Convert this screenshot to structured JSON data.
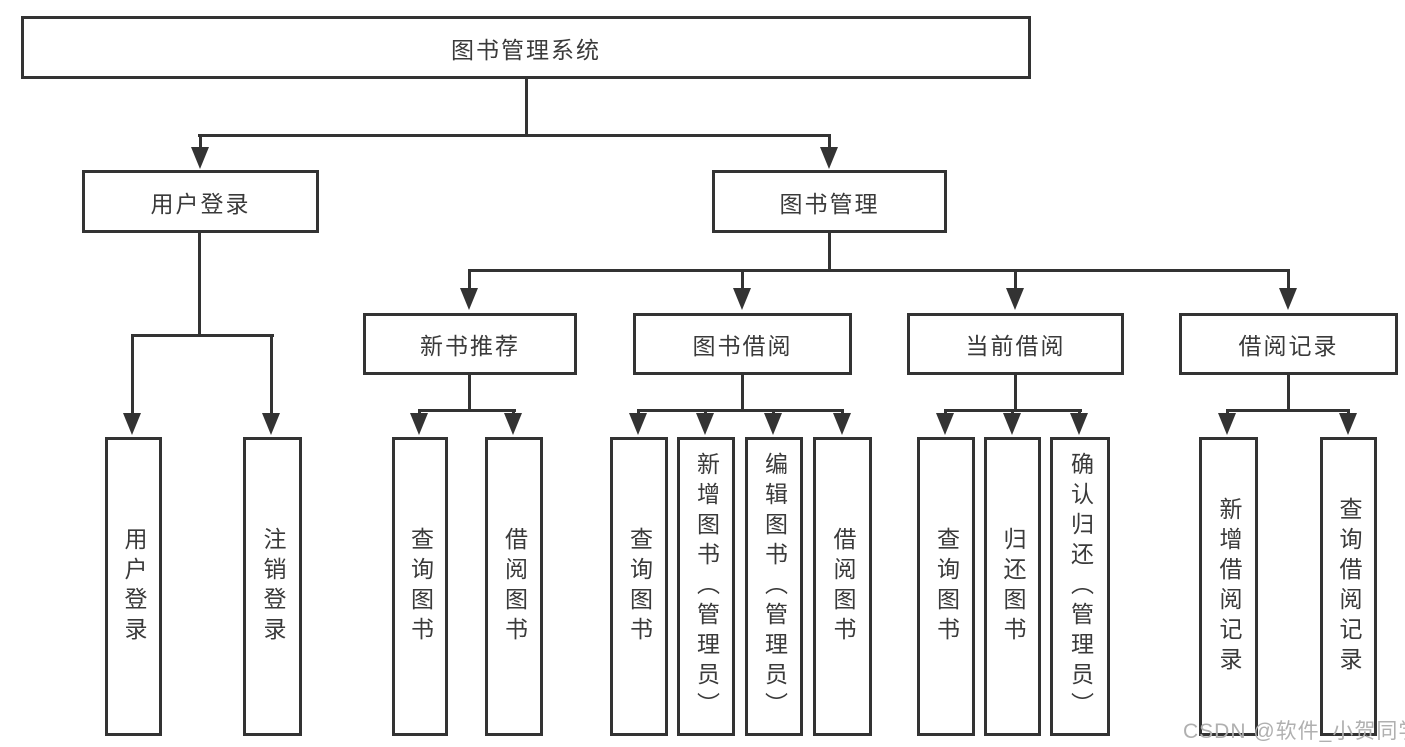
{
  "diagram": {
    "title": "图书管理系统",
    "type": "hierarchy-tree",
    "colors": {
      "line": "#333333",
      "text": "#3a3a3a",
      "box_background": "#ffffff",
      "page_background": "#ffffff",
      "watermark": "#b0b0b0"
    },
    "watermark": {
      "text": "CSDN @软件_小贺同学"
    },
    "nodes": {
      "root": {
        "label": "图书管理系统"
      },
      "user_login": {
        "label": "用户登录"
      },
      "book_mgmt": {
        "label": "图书管理"
      },
      "new_book_rec": {
        "label": "新书推荐"
      },
      "book_borrow": {
        "label": "图书借阅"
      },
      "current_borrow": {
        "label": "当前借阅"
      },
      "borrow_records": {
        "label": "借阅记录"
      },
      "leaf_user_login": {
        "label": "用户登录"
      },
      "leaf_logout": {
        "label": "注销登录"
      },
      "leaf_query_book_1": {
        "label": "查询图书"
      },
      "leaf_borrow_book_1": {
        "label": "借阅图书"
      },
      "leaf_query_book_2": {
        "label": "查询图书"
      },
      "leaf_add_book_admin": {
        "label": "新增图书（管理员）"
      },
      "leaf_edit_book_admin": {
        "label": "编辑图书（管理员）"
      },
      "leaf_borrow_book_2": {
        "label": "借阅图书"
      },
      "leaf_query_book_3": {
        "label": "查询图书"
      },
      "leaf_return_book": {
        "label": "归还图书"
      },
      "leaf_confirm_return_admin": {
        "label": "确认归还（管理员）"
      },
      "leaf_add_borrow_record": {
        "label": "新增借阅记录"
      },
      "leaf_query_borrow_record": {
        "label": "查询借阅记录"
      }
    },
    "edges": [
      [
        "图书管理系统",
        "用户登录"
      ],
      [
        "图书管理系统",
        "图书管理"
      ],
      [
        "用户登录",
        "用户登录"
      ],
      [
        "用户登录",
        "注销登录"
      ],
      [
        "图书管理",
        "新书推荐"
      ],
      [
        "图书管理",
        "图书借阅"
      ],
      [
        "图书管理",
        "当前借阅"
      ],
      [
        "图书管理",
        "借阅记录"
      ],
      [
        "新书推荐",
        "查询图书"
      ],
      [
        "新书推荐",
        "借阅图书"
      ],
      [
        "图书借阅",
        "查询图书"
      ],
      [
        "图书借阅",
        "新增图书（管理员）"
      ],
      [
        "图书借阅",
        "编辑图书（管理员）"
      ],
      [
        "图书借阅",
        "借阅图书"
      ],
      [
        "当前借阅",
        "查询图书"
      ],
      [
        "当前借阅",
        "归还图书"
      ],
      [
        "当前借阅",
        "确认归还（管理员）"
      ],
      [
        "借阅记录",
        "新增借阅记录"
      ],
      [
        "借阅记录",
        "查询借阅记录"
      ]
    ]
  }
}
